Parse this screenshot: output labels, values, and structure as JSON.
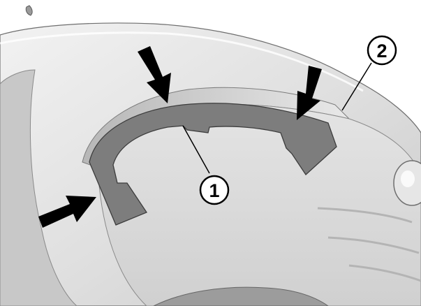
{
  "callouts": [
    {
      "id": 1,
      "label": "1",
      "part": "inner-arch-strip"
    },
    {
      "id": 2,
      "label": "2",
      "part": "outer-wheel-arch-cover"
    }
  ],
  "colors": {
    "background": "#ffffff",
    "panel_light": "#ededed",
    "panel_mid": "#d2d2d2",
    "panel_shadow": "#a9a9a9",
    "strip_fill": "#7c7c7c",
    "arrow_fill": "#000000",
    "outline": "#4a4a4a"
  },
  "icons": [
    "arrow-down-icon",
    "arrow-down-icon",
    "arrow-up-right-icon"
  ]
}
